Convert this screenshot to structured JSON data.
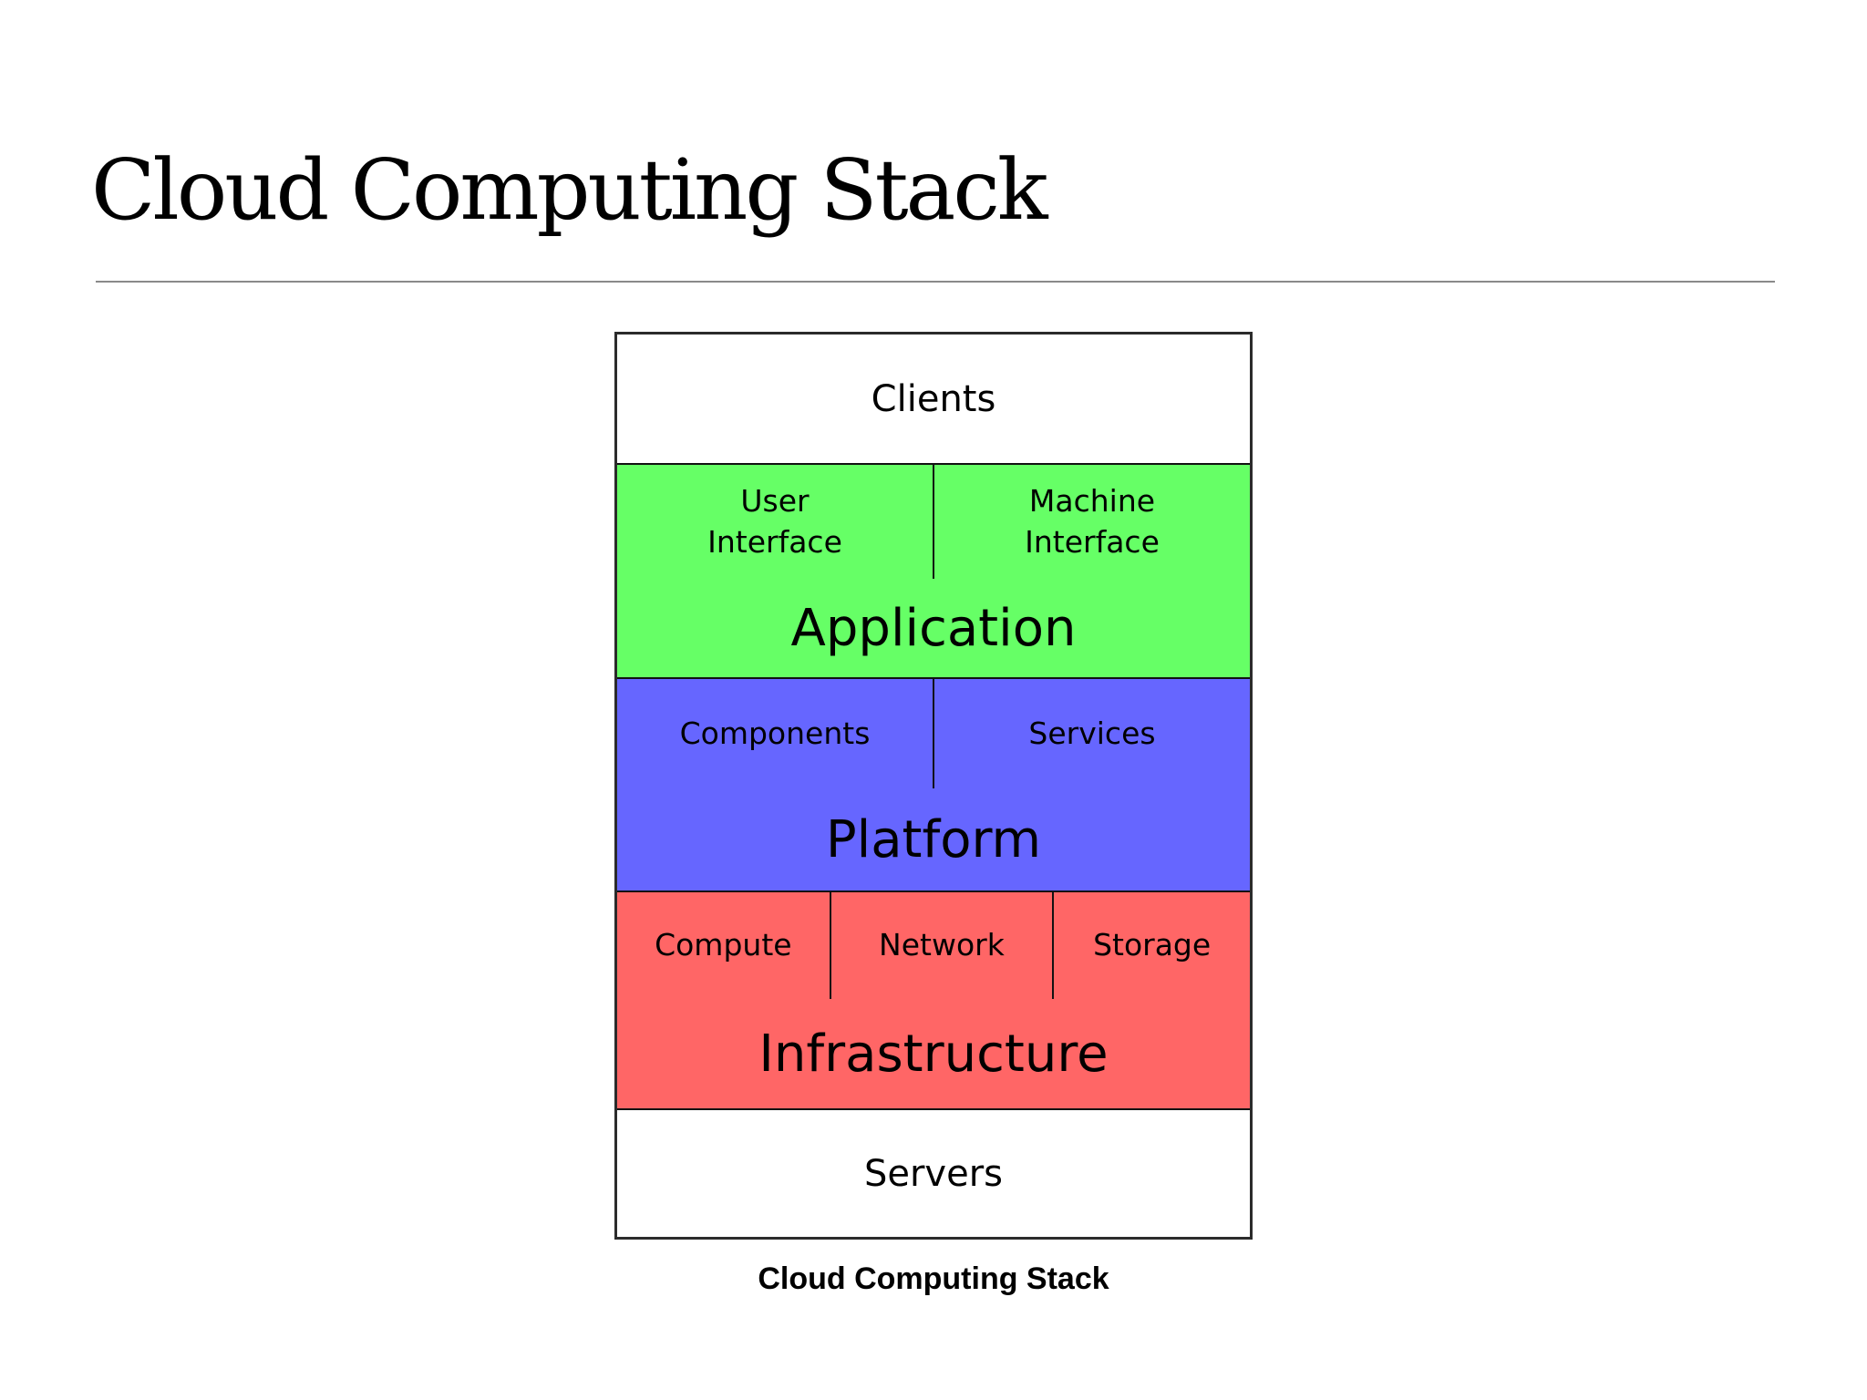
{
  "page": {
    "title": "Cloud Computing Stack"
  },
  "diagram": {
    "caption": "Cloud Computing Stack",
    "colors": {
      "application_green": "#66ff66",
      "platform_blue": "#6666ff",
      "infrastructure_red": "#ff6666",
      "plain_white": "#ffffff",
      "line_black": "#111111",
      "rule_gray": "#8a8a8a"
    },
    "layers": {
      "clients": {
        "label": "Clients"
      },
      "application": {
        "label": "Application",
        "sub": {
          "left": "User\nInterface",
          "right": "Machine\nInterface"
        }
      },
      "platform": {
        "label": "Platform",
        "sub": {
          "left": "Components",
          "right": "Services"
        }
      },
      "infrastructure": {
        "label": "Infrastructure",
        "sub": {
          "left": "Compute",
          "mid": "Network",
          "right": "Storage"
        }
      },
      "servers": {
        "label": "Servers"
      }
    }
  }
}
